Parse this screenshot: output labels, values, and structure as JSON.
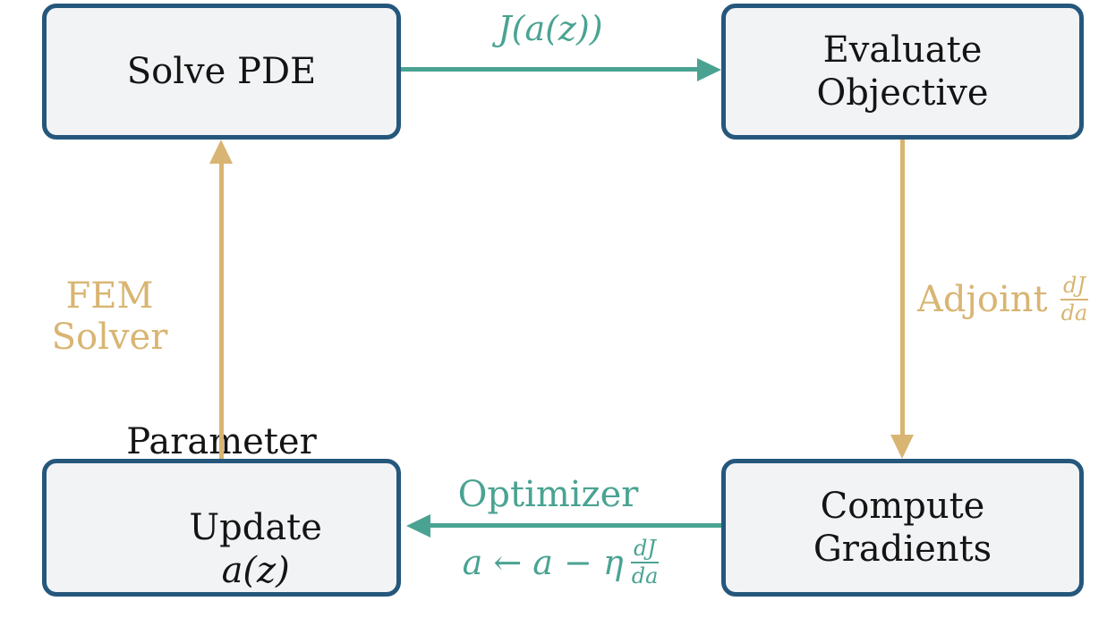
{
  "diagram": {
    "colors": {
      "background": "#ffffff",
      "box_border": "#25577c",
      "box_fill": "#f2f3f5",
      "box_text": "#141414",
      "teal": "#4aa392",
      "gold": "#d8b572"
    },
    "boxes": {
      "solve_pde": {
        "line1": "Solve PDE"
      },
      "evaluate_objective": {
        "line1": "Evaluate",
        "line2": "Objective"
      },
      "compute_gradients": {
        "line1": "Compute",
        "line2": "Gradients"
      },
      "parameter_update": {
        "line1": "Parameter",
        "line2_text": "Update",
        "line2_math": "a(z)"
      }
    },
    "arrows": {
      "pde_to_objective": {
        "label": "J(a(z))",
        "direction": "right",
        "color": "teal"
      },
      "objective_to_gradients": {
        "label_text": "Adjoint",
        "label_frac_num": "dJ",
        "label_frac_den": "da",
        "direction": "down",
        "color": "gold"
      },
      "gradients_to_update": {
        "label": "Optimizer",
        "formula_text": "a ← a − η",
        "formula_frac_num": "dJ",
        "formula_frac_den": "da",
        "direction": "left",
        "color": "teal"
      },
      "update_to_pde": {
        "label": "FEM Solver",
        "direction": "up",
        "color": "gold"
      }
    }
  }
}
